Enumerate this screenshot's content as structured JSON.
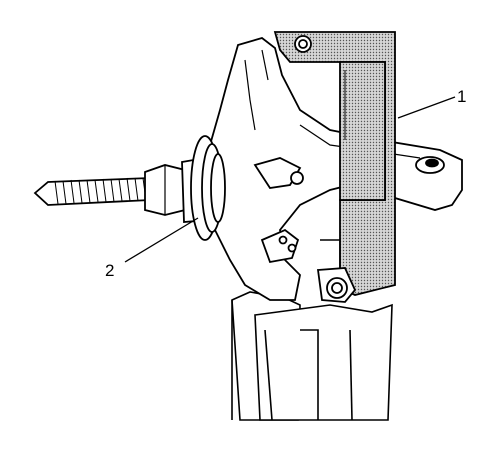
{
  "callouts": [
    {
      "number": "1",
      "part": "bracket-tool"
    },
    {
      "number": "2",
      "part": "bearing-puller-assembly"
    }
  ],
  "colors": {
    "line": "#000000",
    "stipple": "#bdbdbd",
    "background": "#ffffff"
  }
}
